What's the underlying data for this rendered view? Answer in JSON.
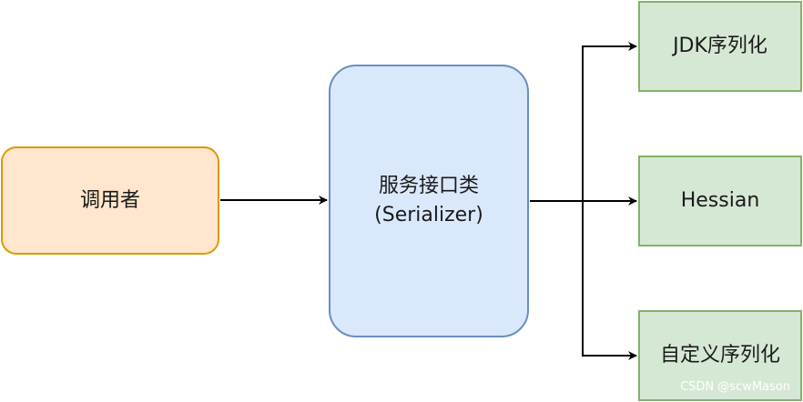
{
  "nodes": {
    "caller": "调用者",
    "service_line1": "服务接口类",
    "service_line2": "(Serializer)",
    "jdk": "JDK序列化",
    "hessian": "Hessian",
    "custom": "自定义序列化"
  },
  "watermark": "CSDN @scwMason",
  "colors": {
    "caller_fill": "#ffe6cc",
    "caller_stroke": "#d79b00",
    "service_fill": "#dae8fc",
    "service_stroke": "#6c8ebf",
    "impl_fill": "#d5e8d4",
    "impl_stroke": "#82b366",
    "edge": "#000000"
  }
}
